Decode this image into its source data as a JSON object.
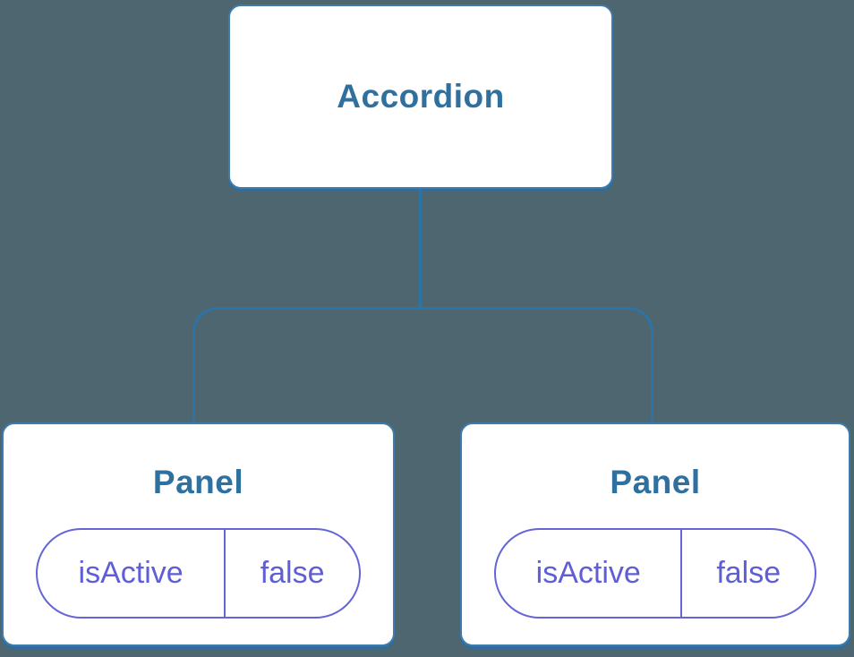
{
  "colors": {
    "canvas-bg": "#4d6670",
    "node-bg": "#ffffff",
    "node-border": "#3e7cad",
    "node-border-bottom": "#2e6d9e",
    "node-text": "#2f709f",
    "connector": "#2c74a7",
    "state-accent": "#5e5ed6",
    "state-border": "#6565d8"
  },
  "tree": {
    "root": {
      "label": "Accordion"
    },
    "children": [
      {
        "label": "Panel",
        "state": {
          "key": "isActive",
          "value": "false"
        }
      },
      {
        "label": "Panel",
        "state": {
          "key": "isActive",
          "value": "false"
        }
      }
    ]
  }
}
